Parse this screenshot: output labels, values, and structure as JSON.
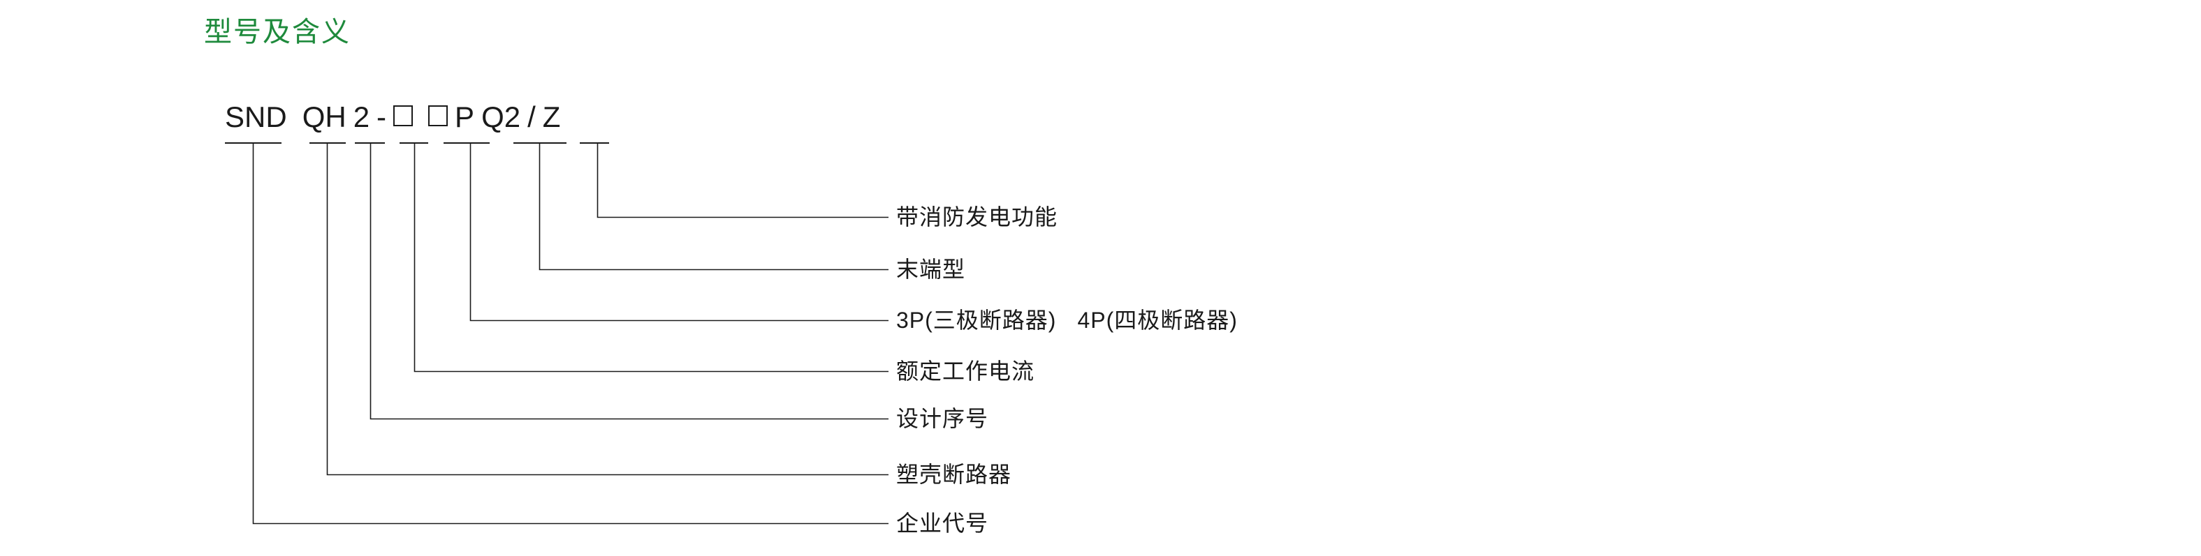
{
  "title": "型号及含义",
  "accent_color": "#1e8a3c",
  "line_color": "#1a1a1a",
  "model_code": {
    "full": "SND QH 2 - □ □ P Q2 / Z",
    "segments": [
      {
        "key": "brand",
        "text": "SND"
      },
      {
        "key": "series",
        "text": "QH"
      },
      {
        "key": "design",
        "text": "2"
      },
      {
        "key": "dash",
        "text": "-"
      },
      {
        "key": "box1",
        "text": "□"
      },
      {
        "key": "box2",
        "text": "□"
      },
      {
        "key": "poles",
        "text": "P"
      },
      {
        "key": "term",
        "text": "Q2"
      },
      {
        "key": "slash",
        "text": "/"
      },
      {
        "key": "fire",
        "text": "Z"
      }
    ]
  },
  "callouts": [
    {
      "key": "fire",
      "label": "带消防发电功能",
      "label2": ""
    },
    {
      "key": "term",
      "label": "末端型",
      "label2": ""
    },
    {
      "key": "poles",
      "label": "3P(三极断路器)",
      "label2": "4P(四极断路器)"
    },
    {
      "key": "rated",
      "label": "额定工作电流",
      "label2": ""
    },
    {
      "key": "design",
      "label": "设计序号",
      "label2": ""
    },
    {
      "key": "mccb",
      "label": "塑壳断路器",
      "label2": ""
    },
    {
      "key": "brand",
      "label": "企业代号",
      "label2": ""
    }
  ]
}
